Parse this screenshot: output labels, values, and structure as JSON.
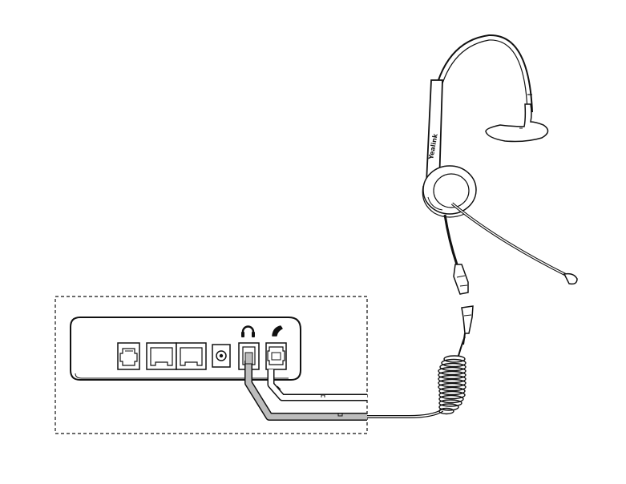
{
  "headset": {
    "brand_label": "Yealink"
  },
  "phone_base": {
    "ports": [
      {
        "name": "handset-port",
        "icon": "phone-handset-icon"
      },
      {
        "name": "headset-port",
        "icon": "headset-icon"
      },
      {
        "name": "lan-port"
      },
      {
        "name": "pc-port"
      },
      {
        "name": "power-port"
      },
      {
        "name": "ext-port"
      }
    ]
  },
  "colors": {
    "line": "#111111",
    "highlight_cable": "#bdbdbd",
    "background": "#ffffff"
  }
}
